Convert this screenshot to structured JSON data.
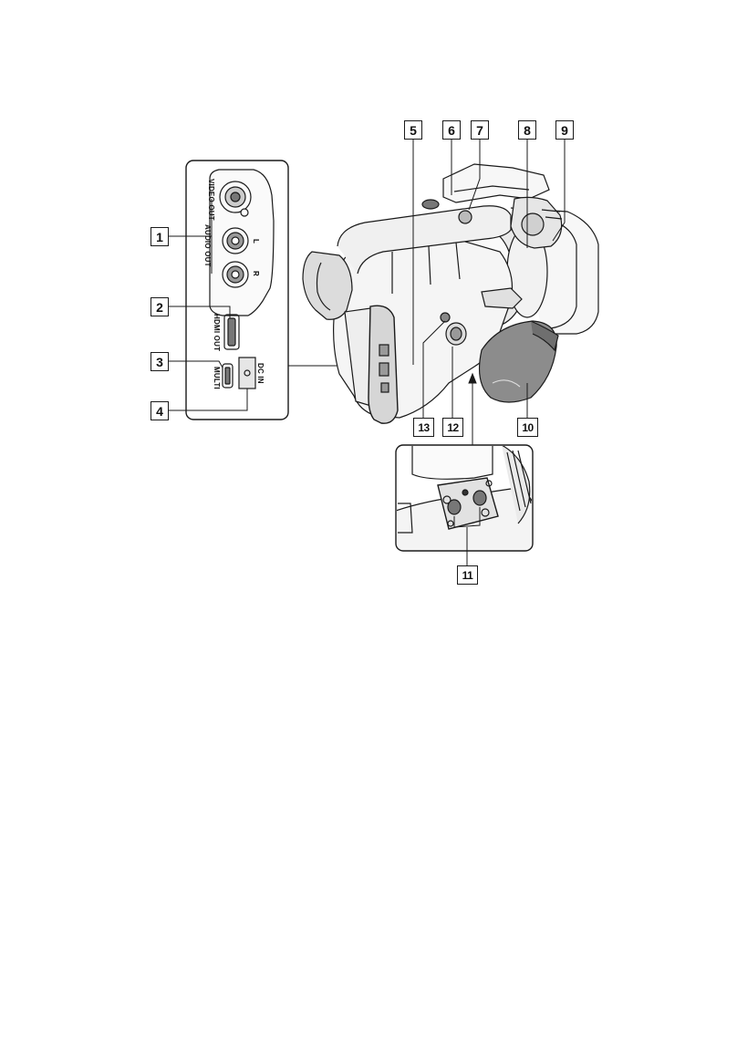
{
  "callouts": {
    "c1": "1",
    "c2": "2",
    "c3": "3",
    "c4": "4",
    "c5": "5",
    "c6": "6",
    "c7": "7",
    "c8": "8",
    "c9": "9",
    "c10": "10",
    "c11": "11",
    "c12": "12",
    "c13": "13"
  },
  "ports": {
    "video_out": "VIDEO OUT",
    "audio_out": "AUDIO OUT",
    "audio_l": "L",
    "audio_r": "R",
    "hdmi_out": "HDMI OUT",
    "multi": "MULTI",
    "dc_in": "DC IN"
  },
  "colors": {
    "line": "#1a1a1a",
    "body_fill": "#f4f4f4",
    "grip_fill": "#8c8c8c",
    "panel_fill": "#e2e2e2"
  }
}
